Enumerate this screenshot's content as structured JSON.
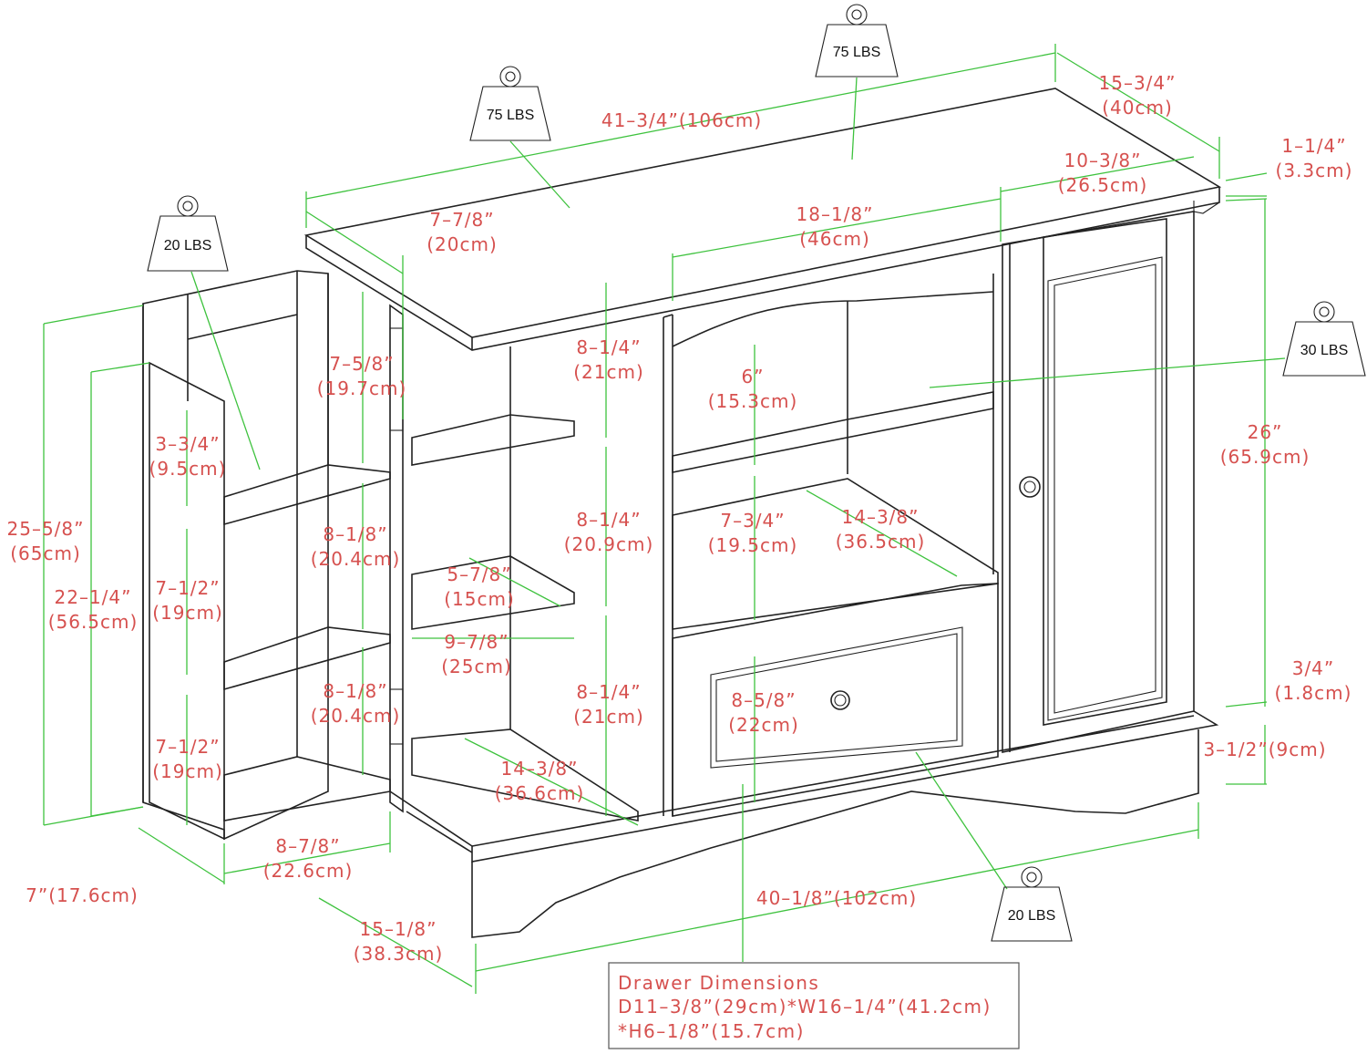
{
  "weights": {
    "top_center": "75 LBS",
    "top_left": "75 LBS",
    "left_shelf": "20 LBS",
    "right_shelf": "30 LBS",
    "bottom_drawer": "20 LBS"
  },
  "dims": {
    "width_top": [
      "41–3/4”(106cm)"
    ],
    "depth_top": [
      "15–3/4”",
      "(40cm)"
    ],
    "top_thick": [
      "1–1/4”",
      "(3.3cm)"
    ],
    "door_width": [
      "10–3/8”",
      "(26.5cm)"
    ],
    "center_width": [
      "18–1/8”",
      "(46cm)"
    ],
    "top_overhang": [
      "7–7/8”",
      "(20cm)"
    ],
    "left_height": [
      "25–5/8”",
      "(65cm)"
    ],
    "left_inner_height": [
      "22–1/4”",
      "(56.5cm)"
    ],
    "left_shelf_top": [
      "3–3/4”",
      "(9.5cm)"
    ],
    "left_shelf_mid": [
      "7–1/2”",
      "(19cm)"
    ],
    "left_shelf_bot": [
      "7–1/2”",
      "(19cm)"
    ],
    "cab_inner_top": [
      "7–5/8”",
      "(19.7cm)"
    ],
    "cab_inner_mid": [
      "8–1/8”",
      "(20.4cm)"
    ],
    "cab_inner_bot": [
      "8–1/8”",
      "(20.4cm)"
    ],
    "side_depth": [
      "7”(17.6cm)"
    ],
    "side_width": [
      "8–7/8”",
      "(22.6cm)"
    ],
    "base_depth": [
      "15–1/8”",
      "(38.3cm)"
    ],
    "middle_shelf_top": [
      "8–1/4”",
      "(21cm)"
    ],
    "middle_shelf_mid": [
      "8–1/4”",
      "(20.9cm)"
    ],
    "middle_shelf_bot": [
      "8–1/4”",
      "(21cm)"
    ],
    "shelf_depth_a": [
      "5–7/8”",
      "(15cm)"
    ],
    "shelf_depth_b": [
      "9–7/8”",
      "(25cm)"
    ],
    "bottom_shelf_depth": [
      "14–3/8”",
      "(36.6cm)"
    ],
    "center_upper": [
      "6”",
      "(15.3cm)"
    ],
    "center_lower": [
      "7–3/4”",
      "(19.5cm)"
    ],
    "center_shelf_depth": [
      "14–3/8”",
      "(36.5cm)"
    ],
    "drawer_height": [
      "8–5/8”",
      "(22cm)"
    ],
    "right_height": [
      "26”",
      "(65.9cm)"
    ],
    "right_gap": [
      "3/4”",
      "(1.8cm)"
    ],
    "base_height": [
      "3–1/2”(9cm)"
    ],
    "width_bottom": [
      "40–1/8”(102cm)"
    ]
  },
  "drawer_note": {
    "title": "Drawer  Dimensions",
    "line1": "D11–3/8”(29cm)*W16–1/4”(41.2cm)",
    "line2": "*H6–1/8”(15.7cm)"
  }
}
